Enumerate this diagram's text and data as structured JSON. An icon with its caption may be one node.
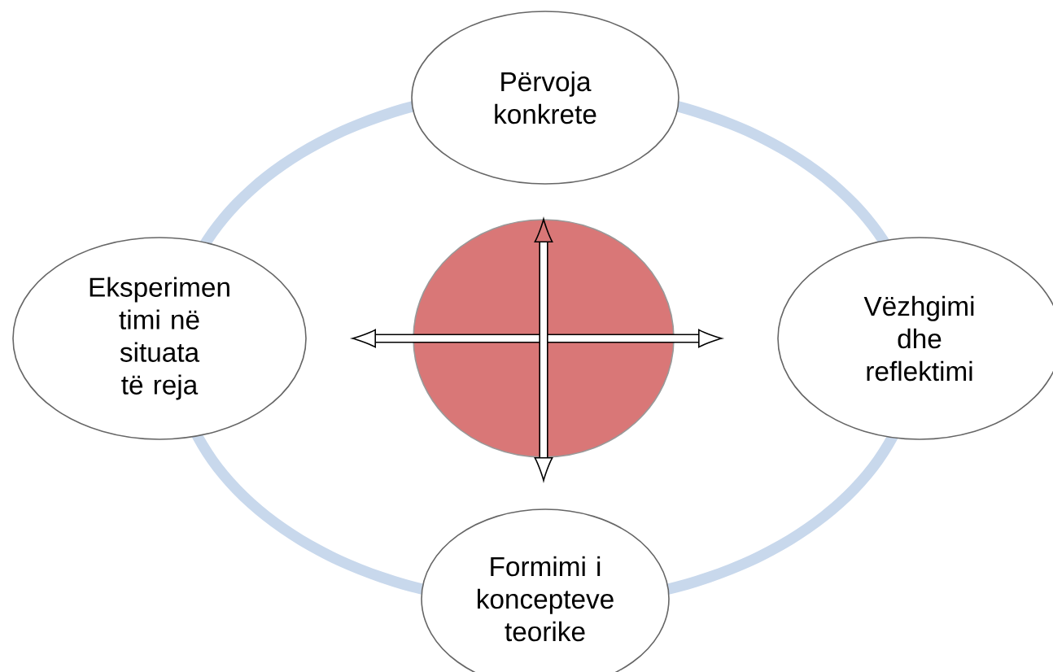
{
  "diagram": {
    "nodes": [
      {
        "text": [
          "Përvoja konkrete"
        ]
      },
      {
        "text": [
          "Eksperimen timi në situata të reja"
        ]
      },
      {
        "text": [],
        "shape": "circle"
      },
      {
        "text": [
          "Vëzhgimi dhe reflektimi"
        ]
      },
      {
        "text": [
          "Formimi i koncepteve teorike"
        ]
      }
    ],
    "edges": [
      {
        "from": 0,
        "to": 3,
        "arrow": "none"
      },
      {
        "from": 3,
        "to": 4,
        "arrow": "none"
      },
      {
        "from": 4,
        "to": 1,
        "arrow": "none"
      },
      {
        "from": 1,
        "to": 0,
        "arrow": "none"
      }
    ]
  }
}
